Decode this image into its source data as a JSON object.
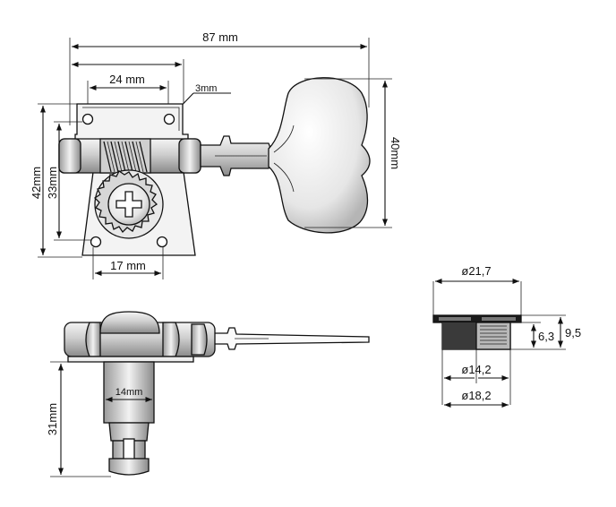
{
  "dimensions": {
    "total_length": "87 mm",
    "hole_spacing_top": "24 mm",
    "hole_dia": "3mm",
    "button_height": "40mm",
    "plate_height_outer": "42mm",
    "plate_height_inner": "33mm",
    "hole_spacing_bottom": "17 mm",
    "post_width": "14mm",
    "post_height": "31mm",
    "bushing_flange_dia": "ø21,7",
    "bushing_bore_dia": "ø14,2",
    "bushing_outer_dia": "ø18,2",
    "bushing_body_height": "6,3",
    "bushing_total_height": "9,5"
  }
}
